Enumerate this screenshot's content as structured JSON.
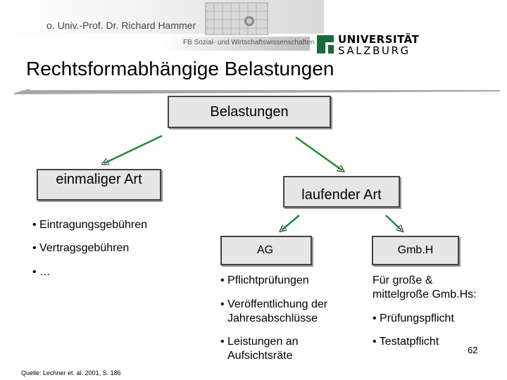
{
  "header": {
    "author": "o. Univ.-Prof. Dr. Richard Hammer",
    "faculty": "FB Sozial- und Wirtschaftswissenschaften",
    "logo_line1": "UNIVERSITÄT",
    "logo_line2": "SALZBURG"
  },
  "slide": {
    "title": "Rechtsformabhängige Belastungen",
    "page_number": "62",
    "source": "Quelle: Lechner et. al. 2001, S. 186"
  },
  "diagram": {
    "root": "Belastungen",
    "left_branch": {
      "label": "einmaliger Art",
      "items": [
        "• Eintragungsgebühren",
        "• Vertragsgebühren",
        "• …"
      ]
    },
    "right_branch": {
      "label": "laufender Art",
      "ag": {
        "label": "AG",
        "items": [
          "• Pflichtprüfungen",
          "• Veröffentlichung der",
          "Jahresabschlüsse",
          "• Leistungen an",
          "Aufsichtsräte"
        ]
      },
      "gmbh": {
        "label": "Gmb.H",
        "intro_line1": "Für große &",
        "intro_line2": "mittelgroße Gmb.Hs:",
        "items": [
          "• Prüfungspflicht",
          "• Testatpflicht"
        ]
      }
    }
  },
  "colors": {
    "arrow": "#1f8a3a",
    "box_fill": "#e6e6e6",
    "box_border": "#444444",
    "logo_green": "#1a6b3c"
  }
}
